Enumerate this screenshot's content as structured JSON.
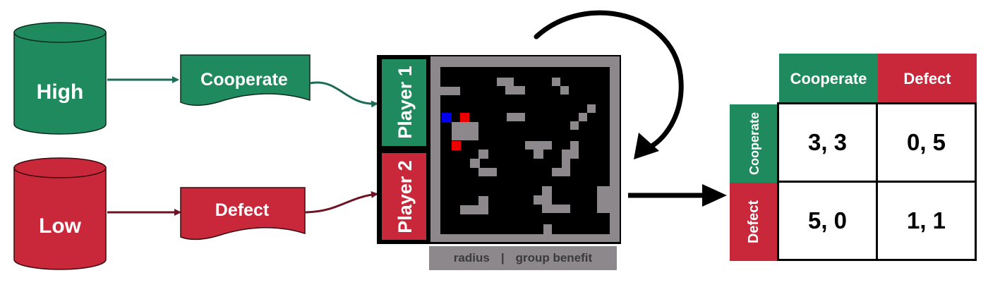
{
  "strategies": {
    "high": {
      "label": "High",
      "color": "#1f8a5e"
    },
    "low": {
      "label": "Low",
      "color": "#c8283a"
    }
  },
  "actions": {
    "cooperate": {
      "label": "Cooperate",
      "color": "#1f8a5e"
    },
    "defect": {
      "label": "Defect",
      "color": "#c8283a"
    }
  },
  "players": {
    "player1": {
      "label": "Player 1",
      "color": "#1f8a5e"
    },
    "player2": {
      "label": "Player 2",
      "color": "#c8283a"
    }
  },
  "grid_footer": {
    "left": "radius",
    "separator": "|",
    "right": "group benefit"
  },
  "payoff_matrix": {
    "col_headers": [
      "Cooperate",
      "Defect"
    ],
    "row_headers": [
      "Cooperate",
      "Defect"
    ],
    "cells": [
      [
        "3, 3",
        "0, 5"
      ],
      [
        "5, 0",
        "1, 1"
      ]
    ]
  },
  "colors": {
    "green": "#1f8a5e",
    "red": "#c8283a",
    "blue": "#0000ee",
    "wall": "#8c888c",
    "arena": "#000000",
    "arrow_green": "#1b6b55",
    "arrow_red": "#6e1224"
  }
}
